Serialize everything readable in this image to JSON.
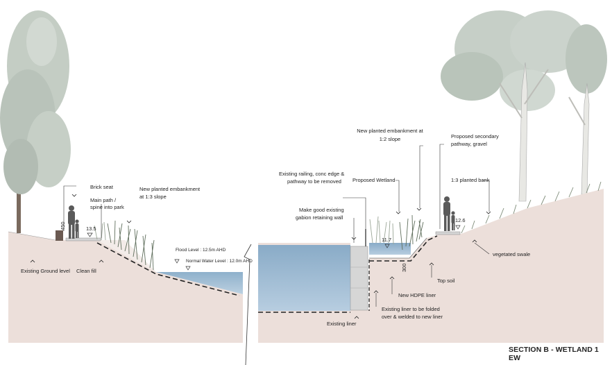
{
  "section_title": "SECTION B - WETLAND 1 EW",
  "left": {
    "brick_seat": "Brick seat",
    "main_path_1": "Main path /",
    "main_path_2": "spine into park",
    "embankment_1": "New planted embankment",
    "embankment_2": "at 1:3 slope",
    "flood_level": "Flood Level : 12.5m AHD",
    "normal_water": "Normal Water Level : 12.0m AHD",
    "existing_ground": "Existing Ground level",
    "clean_fill": "Clean fill",
    "dim_450": "450",
    "level_13_5": "13.5"
  },
  "right": {
    "railing_1": "Existing railing, conc edge &",
    "railing_2": "pathway to be removed",
    "gabion_1": "Make good existing",
    "gabion_2": "gabion retaining wall",
    "proposed_wetland": "Proposed Wetland",
    "new_emb_1": "New planted embankment at",
    "new_emb_2": "1:2 slope",
    "secondary_1": "Proposed secondary",
    "secondary_2": "pathway, gravel",
    "planted_bank": "1:3 planted bank",
    "vegetated_swale": "vegetated swale",
    "top_soil": "Top soil",
    "hdpe": "New HDPE liner",
    "fold_1": "Existing liner to be folded",
    "fold_2": "over & welded to new liner",
    "existing_liner": "Existing liner",
    "level_11_7": "11.7",
    "dim_300": "300",
    "level_12_6": "12.6"
  },
  "colors": {
    "ground": "#ecdfda",
    "water_top": "#8fb0cc",
    "water_bottom": "#b9cfe0",
    "tree": "#b7c2b8",
    "grass": "#6f7f6a",
    "person": "#595959"
  }
}
